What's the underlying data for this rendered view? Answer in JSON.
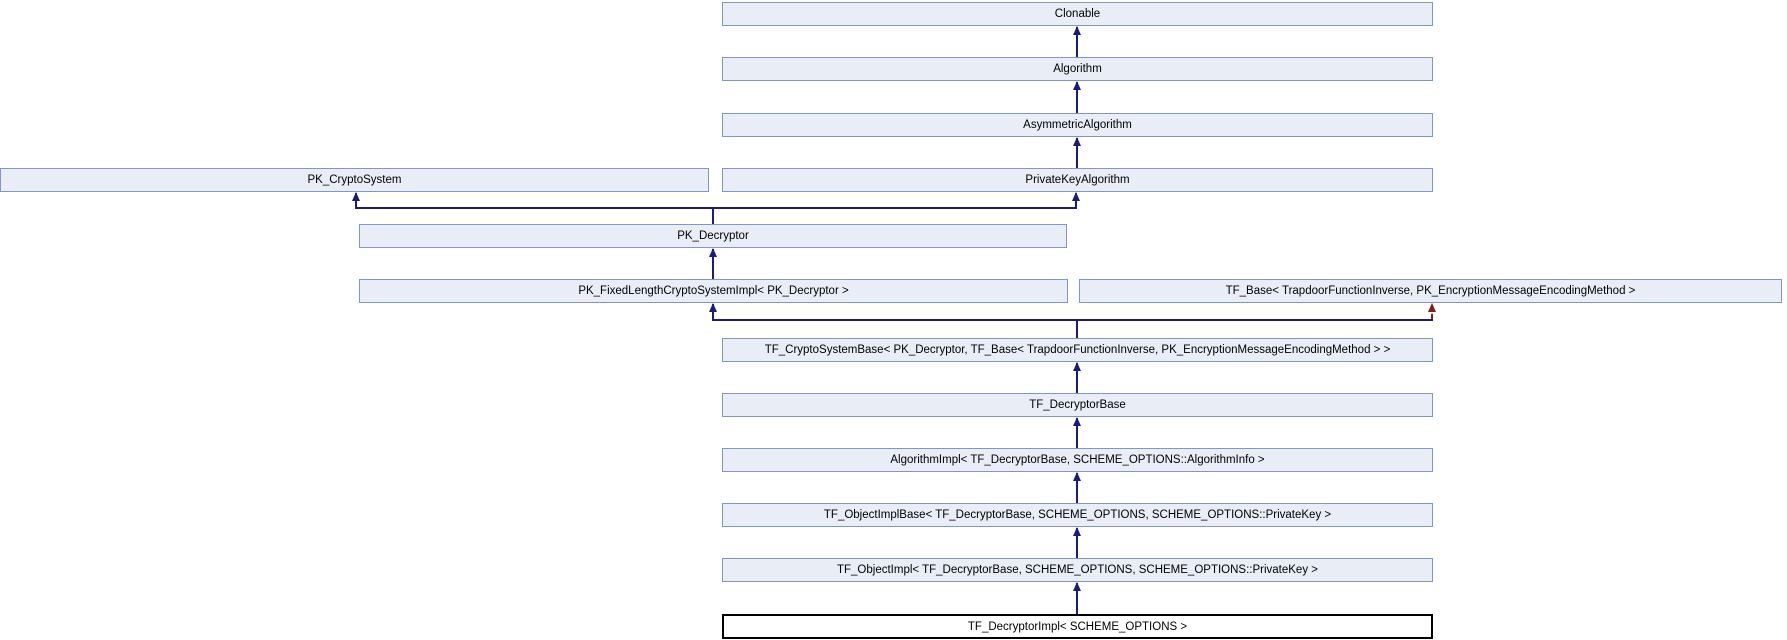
{
  "diagram": {
    "type": "class-inheritance-graph",
    "current_class": "TF_DecryptorImpl< SCHEME_OPTIONS >",
    "colors": {
      "node_fill": "#e8edf6",
      "node_border": "#8095c8",
      "edge_public": "#1a1a80",
      "edge_private_dashed": "#8b1a1a",
      "current_node_border": "#000000",
      "current_node_fill": "#ffffff",
      "background": "#ffffff"
    },
    "nodes": [
      {
        "id": "clonable",
        "label": "Clonable"
      },
      {
        "id": "algorithm",
        "label": "Algorithm"
      },
      {
        "id": "asymmetric-algorithm",
        "label": "AsymmetricAlgorithm"
      },
      {
        "id": "pk-cryptosystem",
        "label": "PK_CryptoSystem"
      },
      {
        "id": "privatekey-algorithm",
        "label": "PrivateKeyAlgorithm"
      },
      {
        "id": "pk-decryptor",
        "label": "PK_Decryptor"
      },
      {
        "id": "pk-fixedlength-cryptosystem-impl",
        "label": "PK_FixedLengthCryptoSystemImpl< PK_Decryptor >"
      },
      {
        "id": "tf-base",
        "label": "TF_Base< TrapdoorFunctionInverse, PK_EncryptionMessageEncodingMethod >"
      },
      {
        "id": "tf-cryptosystem-base",
        "label": "TF_CryptoSystemBase< PK_Decryptor, TF_Base< TrapdoorFunctionInverse, PK_EncryptionMessageEncodingMethod > >"
      },
      {
        "id": "tf-decryptor-base",
        "label": "TF_DecryptorBase"
      },
      {
        "id": "algorithm-impl",
        "label": "AlgorithmImpl< TF_DecryptorBase, SCHEME_OPTIONS::AlgorithmInfo >"
      },
      {
        "id": "tf-objectimpl-base",
        "label": "TF_ObjectImplBase< TF_DecryptorBase, SCHEME_OPTIONS, SCHEME_OPTIONS::PrivateKey >"
      },
      {
        "id": "tf-objectimpl",
        "label": "TF_ObjectImpl< TF_DecryptorBase, SCHEME_OPTIONS, SCHEME_OPTIONS::PrivateKey >"
      },
      {
        "id": "tf-decryptor-impl",
        "label": "TF_DecryptorImpl< SCHEME_OPTIONS >"
      }
    ],
    "edges": [
      {
        "from": "algorithm",
        "to": "clonable",
        "style": "public-solid-blue"
      },
      {
        "from": "asymmetric-algorithm",
        "to": "algorithm",
        "style": "public-solid-blue"
      },
      {
        "from": "privatekey-algorithm",
        "to": "asymmetric-algorithm",
        "style": "public-solid-blue"
      },
      {
        "from": "pk-decryptor",
        "to": "pk-cryptosystem",
        "style": "public-solid-blue"
      },
      {
        "from": "pk-decryptor",
        "to": "privatekey-algorithm",
        "style": "public-solid-blue"
      },
      {
        "from": "pk-fixedlength-cryptosystem-impl",
        "to": "pk-decryptor",
        "style": "public-solid-blue"
      },
      {
        "from": "tf-cryptosystem-base",
        "to": "pk-fixedlength-cryptosystem-impl",
        "style": "public-solid-blue"
      },
      {
        "from": "tf-cryptosystem-base",
        "to": "tf-base",
        "style": "private-dashed-red"
      },
      {
        "from": "tf-decryptor-base",
        "to": "tf-cryptosystem-base",
        "style": "public-solid-blue"
      },
      {
        "from": "algorithm-impl",
        "to": "tf-decryptor-base",
        "style": "public-solid-blue"
      },
      {
        "from": "tf-objectimpl-base",
        "to": "algorithm-impl",
        "style": "public-solid-blue"
      },
      {
        "from": "tf-objectimpl",
        "to": "tf-objectimpl-base",
        "style": "public-solid-blue"
      },
      {
        "from": "tf-decryptor-impl",
        "to": "tf-objectimpl",
        "style": "public-solid-blue"
      }
    ]
  }
}
